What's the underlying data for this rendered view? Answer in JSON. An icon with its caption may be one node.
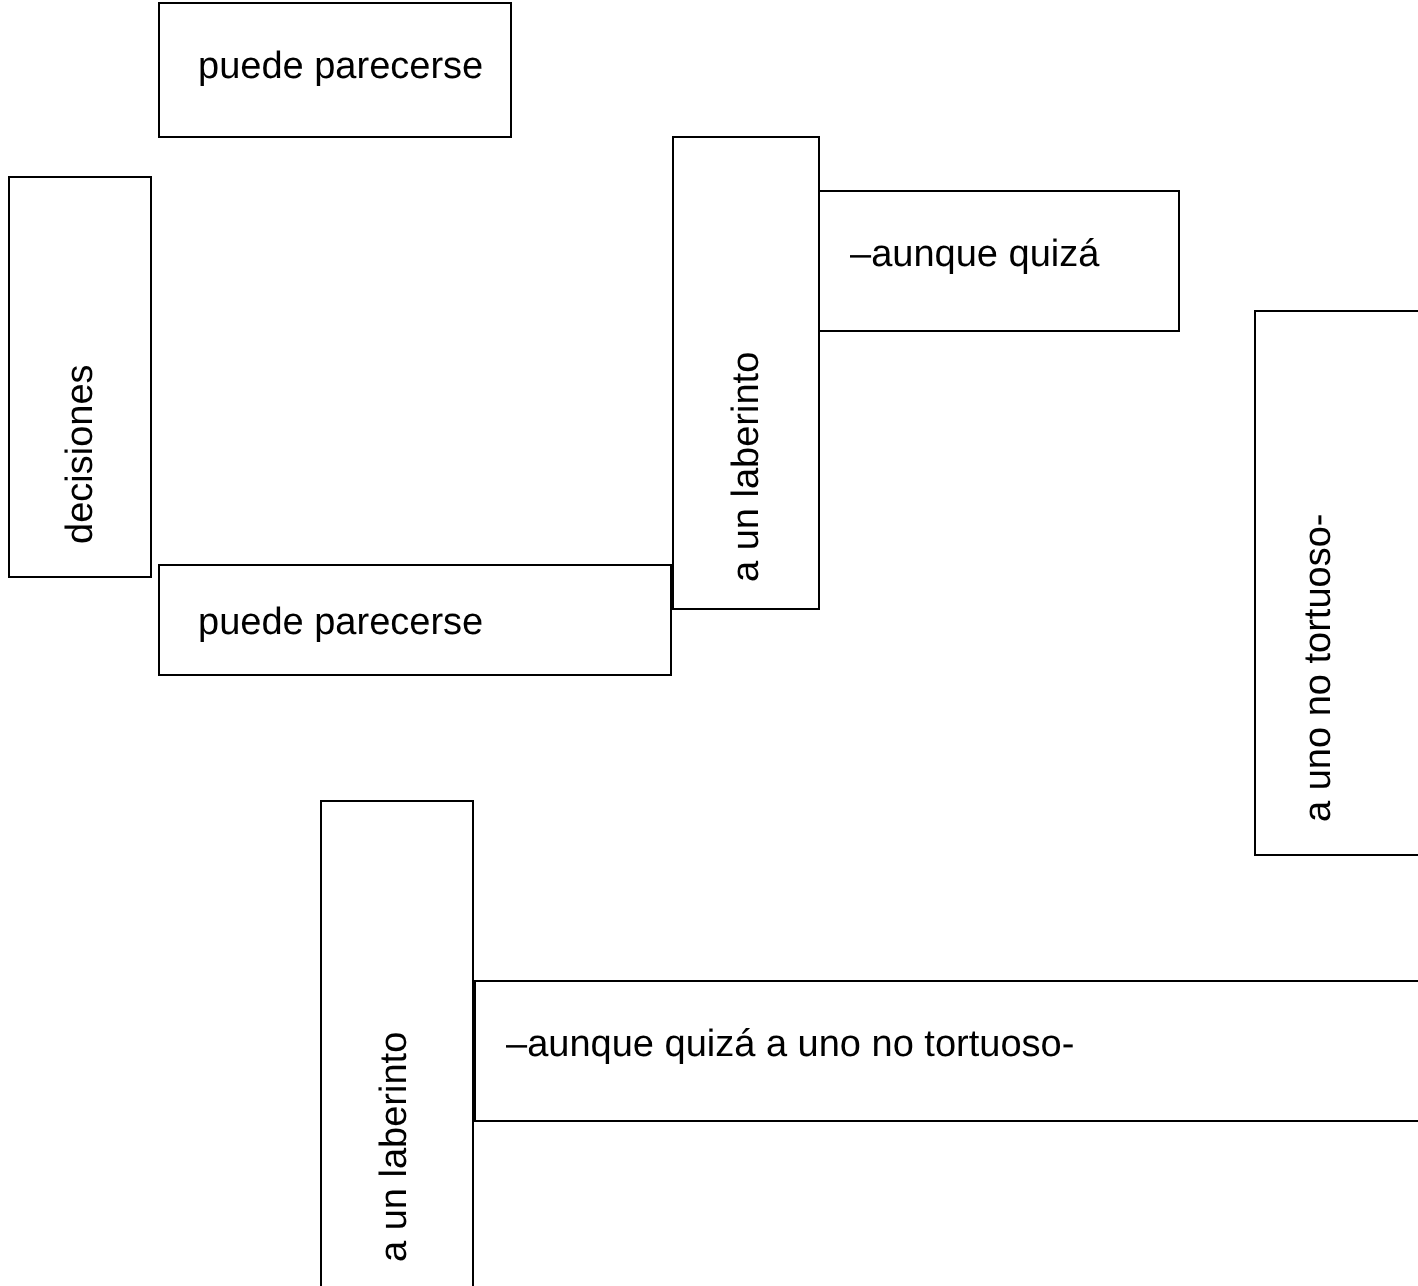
{
  "diagram": {
    "nodes": [
      {
        "text": [
          "puede parecerse"
        ]
      },
      {
        "text": [
          "decisiones"
        ]
      },
      {
        "text": [
          "a un laberinto"
        ]
      },
      {
        "text": [
          "–aunque quizá"
        ]
      },
      {
        "text": [
          "a uno no tortuoso-"
        ]
      },
      {
        "text": [
          "puede parecerse"
        ]
      },
      {
        "text": [
          "a un laberinto"
        ]
      },
      {
        "text": [
          "–aunque quizá a uno no tortuoso-"
        ]
      }
    ]
  }
}
